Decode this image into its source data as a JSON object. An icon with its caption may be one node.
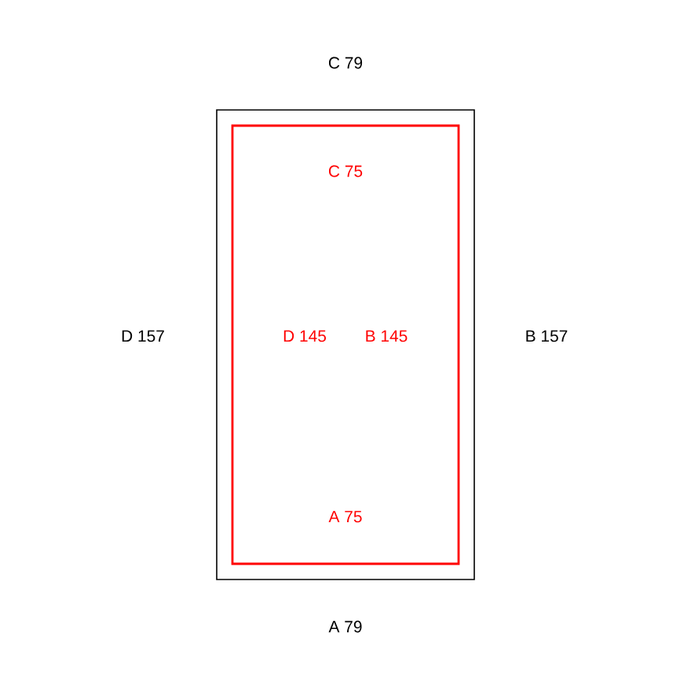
{
  "diagram": {
    "nodes": [
      {
        "text": [],
        "shape": "box",
        "beside": [
          "C 79",
          "B 157",
          "A 79",
          "D 157"
        ]
      },
      {
        "text": [
          "C 75",
          "D 145",
          "B 145",
          "A 75"
        ],
        "in": 0
      }
    ]
  }
}
